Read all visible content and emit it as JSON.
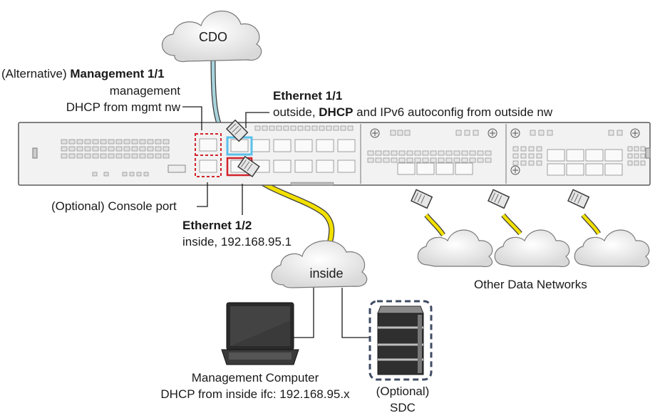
{
  "clouds": {
    "cdo": "CDO",
    "inside": "inside"
  },
  "labels": {
    "mgmt_prefix": "(Alternative) ",
    "mgmt_title": "Management 1/1",
    "mgmt_line2": "management",
    "mgmt_line3": "DHCP from mgmt nw",
    "eth11_title": "Ethernet 1/1",
    "eth11_line2_a": "outside, ",
    "eth11_line2_b": "DHCP",
    "eth11_line2_c": " and IPv6 autoconfig from outside nw",
    "console": "(Optional) Console port",
    "eth12_title": "Ethernet 1/2",
    "eth12_line2": "inside, 192.168.95.1",
    "other_networks": "Other Data Networks",
    "mgmt_computer_line1": "Management Computer",
    "mgmt_computer_line2": "DHCP from inside ifc: 192.168.95.x",
    "sdc_line1": "(Optional)",
    "sdc_line2": "SDC"
  },
  "colors": {
    "cdo_cable": "#a8d4dc",
    "inside_cable": "#f2e000",
    "eth11_highlight": "#5bc0eb",
    "eth12_highlight": "#d2232a",
    "mgmt_highlight": "#d2232a",
    "chassis": "#f2f2f2"
  }
}
